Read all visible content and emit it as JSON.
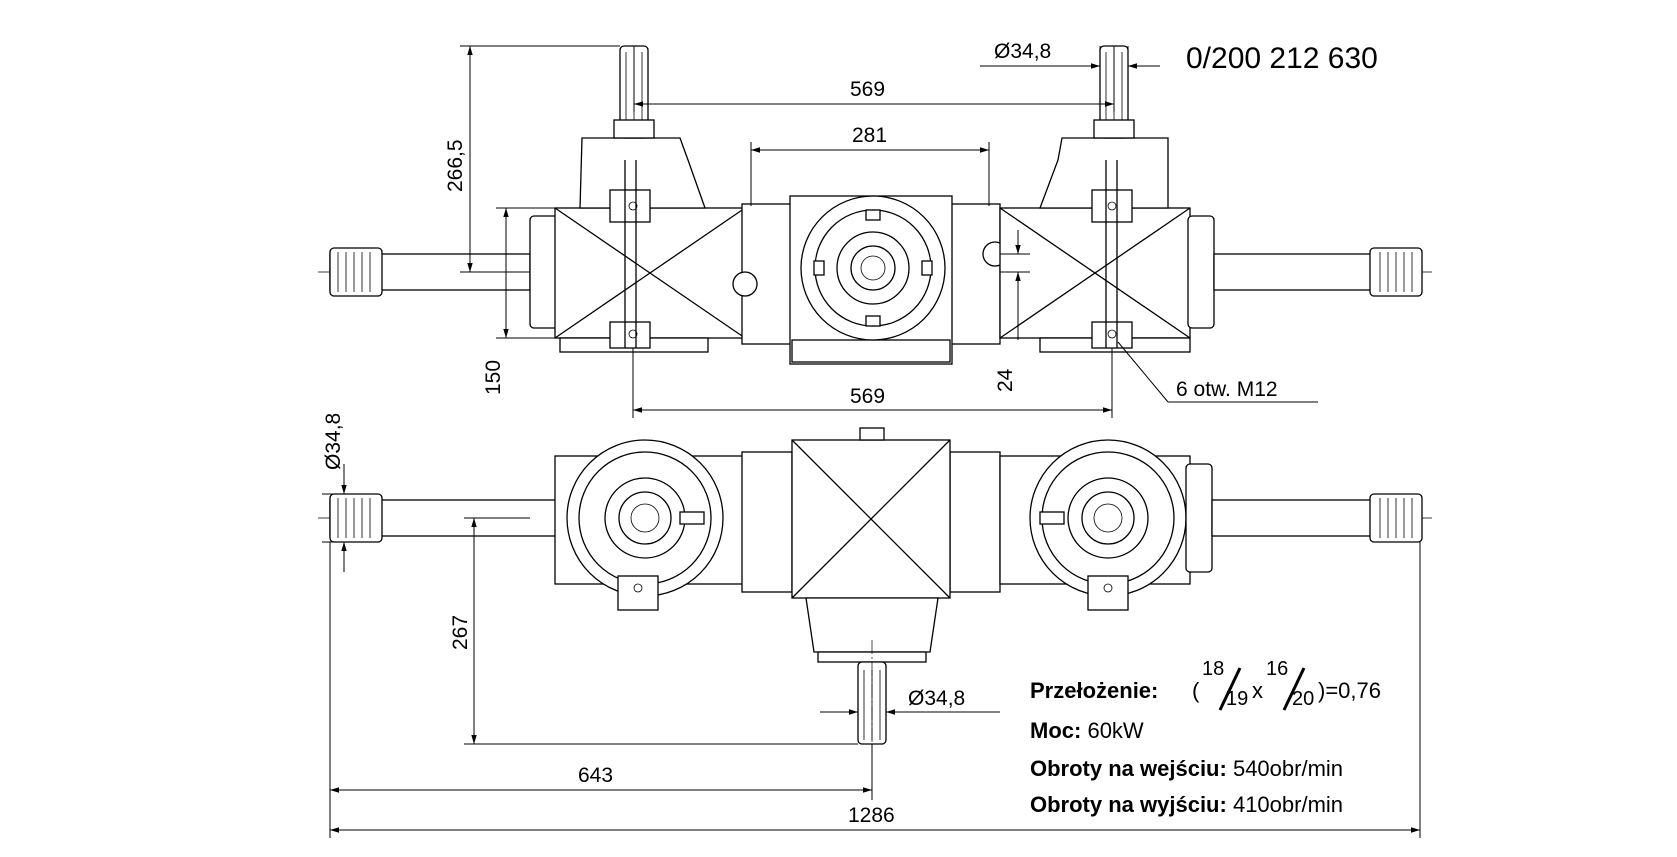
{
  "part_number": "0/200 212 630",
  "dimensions": {
    "shaft_diameter_top": "Ø34,8",
    "shaft_spacing_top": "569",
    "flange_width": "281",
    "height_total": "266,5",
    "height_body": "150",
    "bolt_offset": "24",
    "shaft_spacing_bottom": "569",
    "holes_note": "6 otw. M12",
    "shaft_diameter_left": "Ø34,8",
    "output_shaft_diameter": "Ø34,8",
    "output_height": "267",
    "output_offset": "643",
    "total_length": "1286"
  },
  "specs": {
    "ratio_label": "Przełożenie:",
    "ratio_open": "(",
    "ratio_n1": "18",
    "ratio_d1": "19",
    "ratio_x": "x",
    "ratio_n2": "16",
    "ratio_d2": "20",
    "ratio_result": ")=0,76",
    "power_label": "Moc:",
    "power_value": "60kW",
    "input_speed_label": "Obroty na wejściu:",
    "input_speed_value": "540obr/min",
    "output_speed_label": "Obroty na wyjściu:",
    "output_speed_value": "410obr/min"
  }
}
